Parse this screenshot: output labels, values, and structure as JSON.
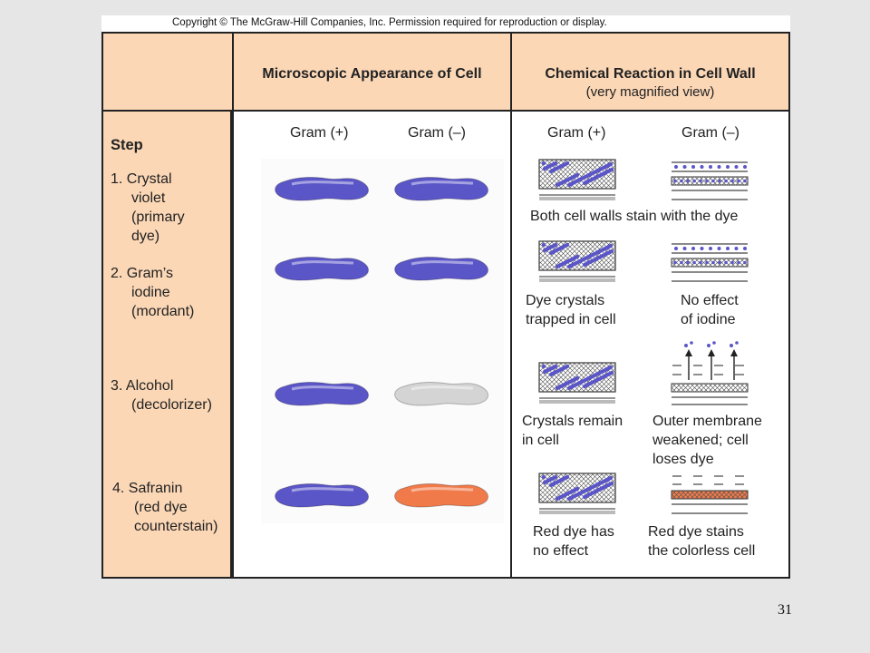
{
  "copyright": "Copyright © The McGraw-Hill Companies, Inc. Permission required for reproduction or display.",
  "headers": {
    "microscopic": "Microscopic Appearance of Cell",
    "chemical": "Chemical Reaction in Cell Wall",
    "chemical_sub": "(very magnified view)"
  },
  "columns": {
    "micro_pos": "Gram (+)",
    "micro_neg": "Gram (–)",
    "chem_pos": "Gram (+)",
    "chem_neg": "Gram (–)"
  },
  "step_heading": "Step",
  "steps": [
    {
      "lines": [
        "1. Crystal",
        "violet",
        "(primary",
        "dye)"
      ]
    },
    {
      "lines": [
        "2. Gram’s",
        "iodine",
        "(mordant)"
      ]
    },
    {
      "lines": [
        "3. Alcohol",
        "(decolorizer)"
      ]
    },
    {
      "lines": [
        "4. Safranin",
        "(red dye",
        "counterstain)"
      ]
    }
  ],
  "cell_colors": {
    "purple": "#5b56c8",
    "colorless": "#d4d4d4",
    "red": "#f07a4a"
  },
  "cells": [
    {
      "pos": "purple",
      "neg": "purple"
    },
    {
      "pos": "purple",
      "neg": "purple"
    },
    {
      "pos": "purple",
      "neg": "colorless"
    },
    {
      "pos": "purple",
      "neg": "red"
    }
  ],
  "captions": {
    "step1": "Both cell walls stain with the dye",
    "step2_pos": [
      "Dye crystals",
      "trapped in cell"
    ],
    "step2_neg": [
      "No effect",
      "of iodine"
    ],
    "step3_pos": [
      "Crystals remain",
      "in cell"
    ],
    "step3_neg": [
      "Outer membrane",
      "weakened; cell",
      "loses dye"
    ],
    "step4_pos": [
      "Red dye has",
      "no effect"
    ],
    "step4_neg": [
      "Red dye stains",
      "the colorless cell"
    ]
  },
  "page_number": "31"
}
